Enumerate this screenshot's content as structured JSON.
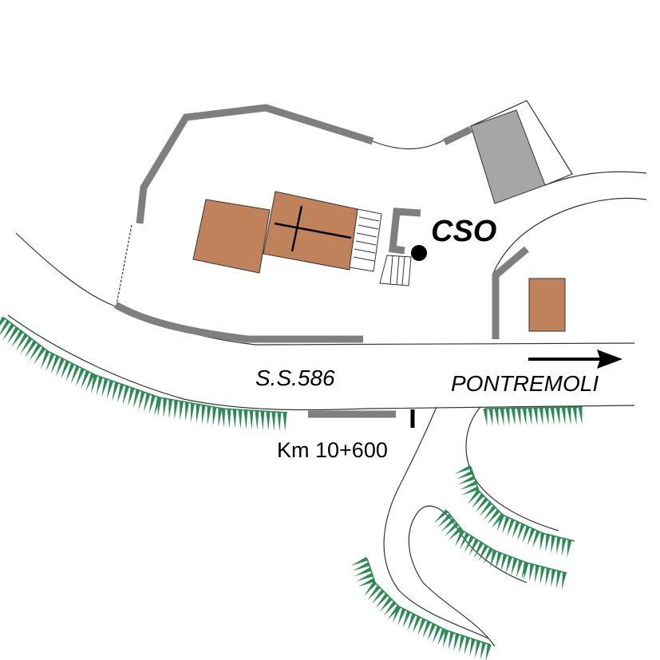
{
  "labels": {
    "station": "CSO",
    "road": "S.S.586",
    "direction": "PONTREMOLI",
    "kilometer": "Km 10+600"
  },
  "colors": {
    "building": "#bf825b",
    "wall": "#7f7f7f",
    "light_building": "#a6a6a6",
    "vegetation": "#2e8b57",
    "outline": "#333333"
  },
  "icons": {
    "church_cross": "cross",
    "station_marker": "filled-circle",
    "direction_arrow": "arrow-right"
  }
}
